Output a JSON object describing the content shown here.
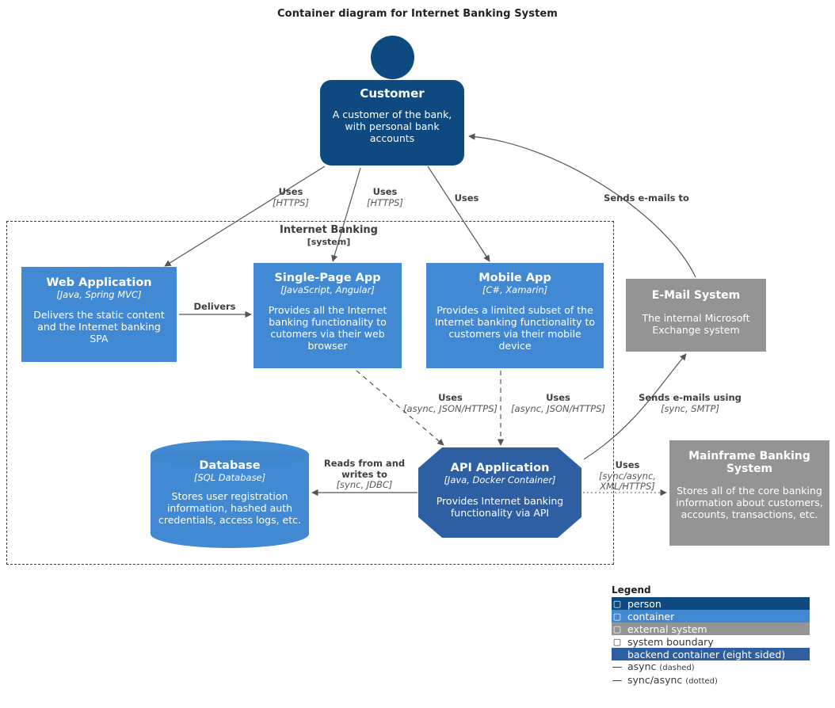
{
  "title": "Container diagram for Internet Banking System",
  "boundary": {
    "name": "Internet Banking",
    "type": "[system]"
  },
  "nodes": {
    "customer": {
      "title": "Customer",
      "tech": "",
      "desc": "A customer of the bank, with personal bank accounts",
      "kind": "person",
      "color": "#0e4a80"
    },
    "web_application": {
      "title": "Web Application",
      "tech": "[Java, Spring MVC]",
      "desc": "Delivers the static content and the Internet banking SPA",
      "kind": "container",
      "color": "#418ad3"
    },
    "single_page_app": {
      "title": "Single-Page App",
      "tech": "[JavaScript, Angular]",
      "desc": "Provides all the Internet banking functionality to cutomers via their web browser",
      "kind": "container",
      "color": "#418ad3"
    },
    "mobile_app": {
      "title": "Mobile App",
      "tech": "[C#, Xamarin]",
      "desc": "Provides a limited subset of the Internet banking functionality to customers via their mobile device",
      "kind": "container",
      "color": "#418ad3"
    },
    "email_system": {
      "title": "E-Mail System",
      "tech": "",
      "desc": "The internal Microsoft Exchange system",
      "kind": "external-system",
      "color": "#949494"
    },
    "database": {
      "title": "Database",
      "tech": "[SQL Database]",
      "desc": "Stores user registration information, hashed auth credentials, access logs, etc.",
      "kind": "database",
      "color": "#418ad3"
    },
    "api_application": {
      "title": "API Application",
      "tech": "[Java, Docker Container]",
      "desc": "Provides Internet banking functionality via API",
      "kind": "backend-container",
      "color": "#2e5fa3"
    },
    "mainframe": {
      "title": "Mainframe Banking System",
      "tech": "",
      "desc": "Stores all of the core banking information about customers, accounts, transactions, etc.",
      "kind": "external-system",
      "color": "#949494"
    }
  },
  "edges": [
    {
      "id": "customer-web",
      "name": "Uses",
      "tech": "[HTTPS]"
    },
    {
      "id": "customer-spa",
      "name": "Uses",
      "tech": "[HTTPS]"
    },
    {
      "id": "customer-mobile",
      "name": "Uses",
      "tech": ""
    },
    {
      "id": "email-customer",
      "name": "Sends e-mails to",
      "tech": ""
    },
    {
      "id": "web-spa",
      "name": "Delivers",
      "tech": ""
    },
    {
      "id": "spa-api",
      "name": "Uses",
      "tech": "[async, JSON/HTTPS]"
    },
    {
      "id": "mobile-api",
      "name": "Uses",
      "tech": "[async, JSON/HTTPS]"
    },
    {
      "id": "api-email",
      "name": "Sends e-mails using",
      "tech": "[sync, SMTP]"
    },
    {
      "id": "api-database",
      "name": "Reads from and writes to",
      "tech": "[sync, JDBC]"
    },
    {
      "id": "api-mainframe",
      "name": "Uses",
      "tech": "[sync/async, XML/HTTPS]"
    }
  ],
  "legend": {
    "title": "Legend",
    "swatch_glyph": "▢",
    "items": [
      {
        "label": "person",
        "color": "#0e4a80"
      },
      {
        "label": "container",
        "color": "#418ad3"
      },
      {
        "label": "external system",
        "color": "#949494"
      },
      {
        "label": "system boundary",
        "color": "transparent"
      },
      {
        "label": "backend container (eight sided)",
        "color": "#2e5fa3"
      }
    ],
    "lines": [
      {
        "dash": "—",
        "label": "async",
        "note": "(dashed)"
      },
      {
        "dash": "—",
        "label": "sync/async",
        "note": "(dotted)"
      }
    ]
  }
}
